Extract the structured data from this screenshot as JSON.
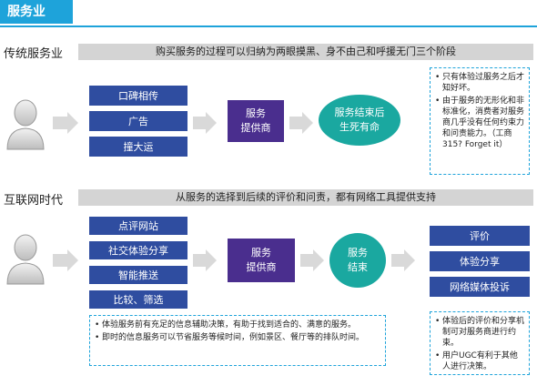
{
  "header": {
    "title": "服务业"
  },
  "section1": {
    "label": "传统服务业",
    "banner": "购买服务的过程可以归纳为两眼摸黑、身不由己和呼援无门三个阶段",
    "channels": [
      "口碑相传",
      "广告",
      "撞大运"
    ],
    "provider": [
      "服务",
      "提供商"
    ],
    "outcome": [
      "服务结束后",
      "生死有命"
    ],
    "note": [
      "只有体验过服务之后才知好坏。",
      "由于服务的无形化和非标准化，消费者对服务商几乎没有任何约束力和问责能力。（工商315? Forget it）"
    ]
  },
  "section2": {
    "label": "互联网时代",
    "banner": "从服务的选择到后续的评价和问责，都有网络工具提供支持",
    "channels": [
      "点评网站",
      "社交体验分享",
      "智能推送",
      "比较、筛选"
    ],
    "provider": [
      "服务",
      "提供商"
    ],
    "outcome": [
      "服务",
      "结束"
    ],
    "results": [
      "评价",
      "体验分享",
      "网络媒体投诉"
    ],
    "note_left": [
      "体验服务前有充足的信息辅助决策，有助于找到适合的、满意的服务。",
      "即时的信息服务可以节省服务等候时间，例如景区、餐厅等的排队时间。"
    ],
    "note_right": [
      "体验后的评价和分享机制可对服务商进行约束。",
      "用户UGC有利于其他人进行决策。"
    ]
  },
  "icons": [
    "person-icon",
    "arrow-right-icon"
  ],
  "colors": {
    "header": "#1ea3da",
    "channel_box": "#2f4da0",
    "provider_box": "#4a2e8e",
    "outcome_ellipse": "#1aa8a0",
    "banner": "#d4d4d4",
    "arrow": "#d9d9d9"
  }
}
